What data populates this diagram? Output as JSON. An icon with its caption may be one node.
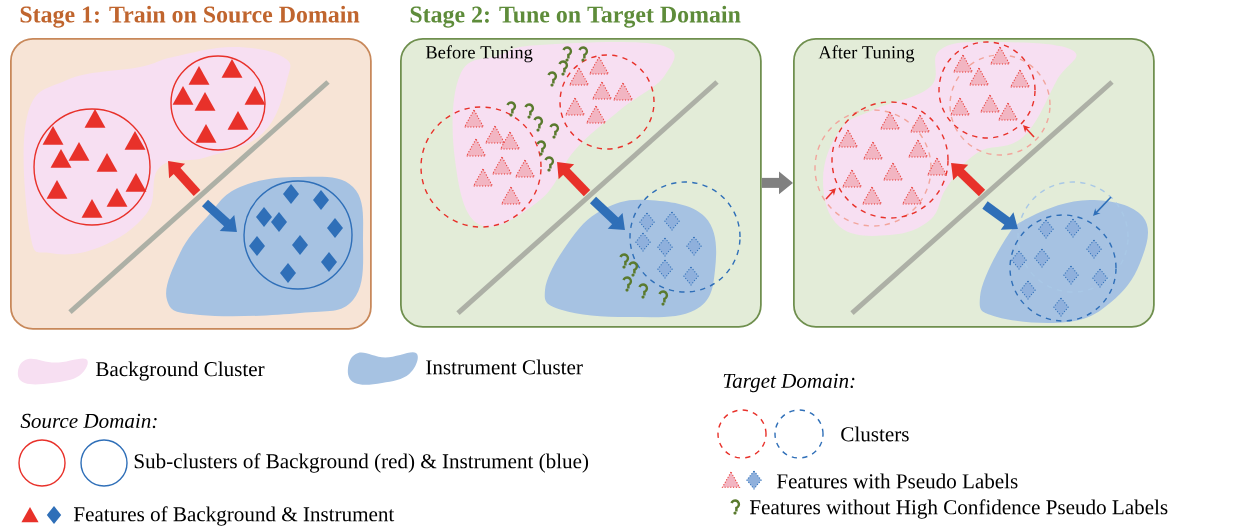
{
  "diagram": {
    "nodes": [
      {
        "text": [
          "Stage 1: Train on Source Domain"
        ]
      },
      {
        "text": [
          "Stage 2: Tune on Target Domain",
          "Before Tuning"
        ]
      },
      {
        "text": [
          "After Tuning"
        ]
      }
    ],
    "edges": [
      {
        "from": 1,
        "to": 2,
        "arrow": "to"
      }
    ],
    "labels": [
      "Source Domain:",
      "Target Domain:"
    ],
    "legend": [
      {
        "text": "Background Cluster",
        "color": "#f7dff2"
      },
      {
        "text": "Instrument Cluster",
        "color": "#a6c2e2"
      },
      {
        "text": "Sub-clusters of Background (red) & Instrument (blue)"
      },
      {
        "text": "Features of Background & Instrument"
      },
      {
        "text": "Clusters"
      },
      {
        "text": "Features with Pseudo Labels"
      },
      {
        "text": "Features without High Confidence Pseudo Labels"
      }
    ]
  }
}
